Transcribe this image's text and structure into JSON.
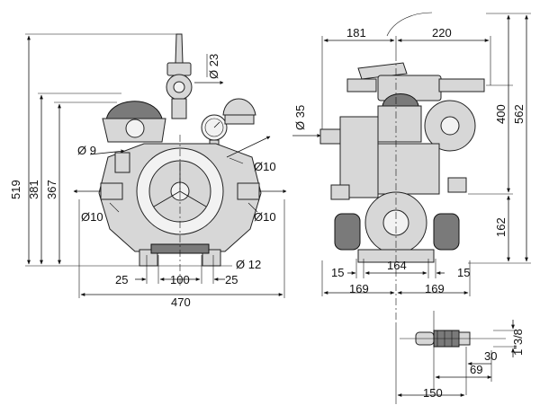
{
  "front_view": {
    "dims": {
      "d23": "Ø 23",
      "d9": "Ø 9",
      "d10_upper": "Ø10",
      "d10_left": "Ø10",
      "d10_right": "Ø10",
      "d12": "Ø 12",
      "h519": "519",
      "h381": "381",
      "h367": "367",
      "w25_left": "25",
      "w100": "100",
      "w25_right": "25",
      "w470": "470"
    }
  },
  "side_view": {
    "dims": {
      "w181": "181",
      "w220": "220",
      "d35": "Ø 35",
      "h400": "400",
      "h562": "562",
      "h162": "162",
      "w15_left": "15",
      "w164": "164",
      "w15_right": "15",
      "w169_left": "169",
      "w169_right": "169"
    }
  },
  "detail_view": {
    "dims": {
      "thread": "1\"3/8",
      "w30": "30",
      "w69": "69",
      "w150": "150"
    }
  }
}
